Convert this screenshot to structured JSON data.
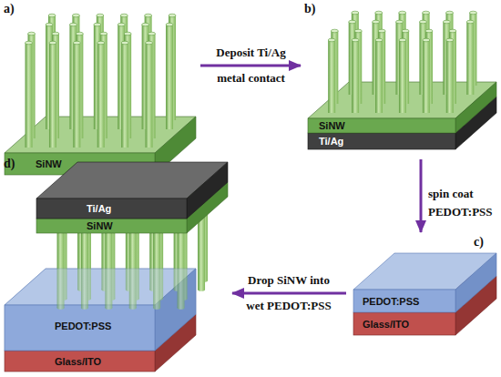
{
  "diagram": {
    "nodes": [
      {
        "text": [
          "a)"
        ]
      },
      {
        "text": [
          "SiNW"
        ],
        "in": 0
      },
      {
        "text": [
          "b)"
        ]
      },
      {
        "text": [
          "SiNW"
        ],
        "in": 2
      },
      {
        "text": [
          "Ti/Ag"
        ],
        "in": 2
      },
      {
        "text": [
          "c)"
        ]
      },
      {
        "text": [
          "PEDOT:PSS"
        ],
        "in": 5
      },
      {
        "text": [
          "Glass/ITO"
        ],
        "in": 5
      },
      {
        "text": [
          "d)"
        ]
      },
      {
        "text": [
          "Ti/Ag"
        ],
        "in": 8
      },
      {
        "text": [
          "SiNW"
        ],
        "in": 8
      },
      {
        "text": [
          "PEDOT:PSS"
        ],
        "in": 8
      },
      {
        "text": [
          "Glass/ITO"
        ],
        "in": 8
      }
    ],
    "edges": [
      {
        "from": 0,
        "to": 2,
        "arrow": "to",
        "label": "Deposit Ti/Ag metal contact"
      },
      {
        "from": 2,
        "to": 5,
        "arrow": "to",
        "label": "spin coat PEDOT:PSS"
      },
      {
        "from": 5,
        "to": 8,
        "arrow": "to",
        "label": "Drop SiNW into wet PEDOT:PSS"
      }
    ]
  }
}
